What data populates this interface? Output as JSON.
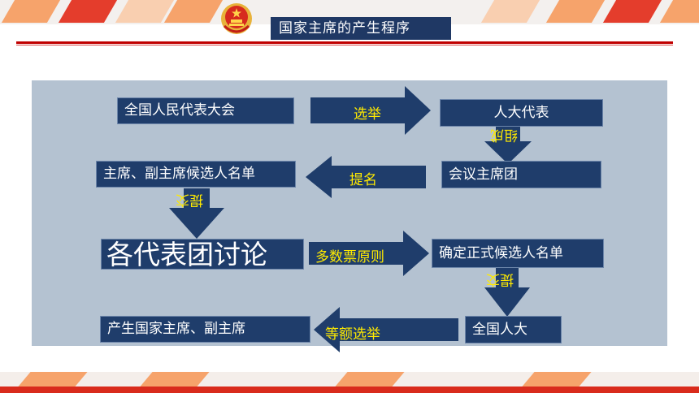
{
  "header": {
    "title": "国家主席的产生程序"
  },
  "diagram": {
    "nodes": {
      "npc_congress": "全国人民代表大会",
      "npc_deputies": "人大代表",
      "presidium": "会议主席团",
      "candidate_list": "主席、副主席候选人名单",
      "delegation_discussion": "各代表团讨论",
      "formal_list": "确定正式候选人名单",
      "npc": "全国人大",
      "result": "产生国家主席、副主席"
    },
    "edges": {
      "elect": "选举",
      "form": "组成",
      "nominate": "提名",
      "submit1": "提交",
      "majority": "多数票原则",
      "submit2": "提交",
      "equal_election": "等额选举"
    }
  },
  "colors": {
    "box_fill": "#1f3d6b",
    "panel": "#b4c2d1",
    "arrow_fill": "#1f3d6b",
    "label_yellow": "#ffea00",
    "accent_red": "#c00000"
  }
}
